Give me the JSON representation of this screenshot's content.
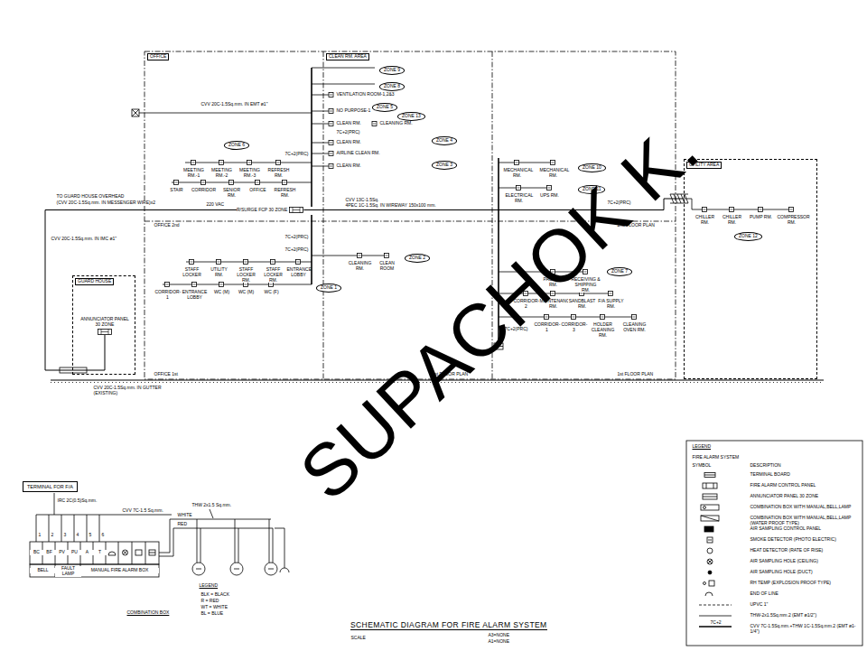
{
  "diagram": {
    "title": "SCHEMATIC DIAGRAM FOR FIRE ALARM SYSTEM",
    "nodes": [
      {
        "text": [
          "ZONE 9"
        ]
      },
      {
        "text": [
          "ZONE 8"
        ]
      },
      {
        "text": [
          "ZONE 5"
        ]
      },
      {
        "text": [
          "ZONE 13"
        ]
      },
      {
        "text": [
          "ZONE 6"
        ]
      },
      {
        "text": [
          "ZONE 4"
        ]
      },
      {
        "text": [
          "ZONE 3"
        ]
      },
      {
        "text": [
          "UTILITY AREA"
        ]
      },
      {
        "text": [
          "ZONE 12"
        ],
        "in": 7
      },
      {
        "text": [
          "ZONE 10"
        ]
      },
      {
        "text": [
          "ZONE 11"
        ]
      },
      {
        "text": [
          "R/SURGE FCP 30 ZONE"
        ]
      },
      {
        "text": [
          "ZONE 2"
        ]
      },
      {
        "text": [
          "ZONE 7"
        ]
      },
      {
        "text": [
          "ZONE 1"
        ]
      },
      {
        "text": [
          "GUARD HOUSE"
        ]
      },
      {
        "text": [
          "ANNUNCIATOR PANEL 30 ZONE"
        ],
        "in": 15
      },
      {
        "text": [
          "TERMINAL FOR F/A"
        ]
      }
    ],
    "edges": [
      {
        "from": 11,
        "to": 16,
        "arrow": "none"
      },
      {
        "from": 11,
        "to": 7,
        "arrow": "none"
      }
    ],
    "labels": [
      "SUPACHOK K.",
      "OFFICE",
      "CLEAN RM. AREA",
      "OFFICE 2nd",
      "2nd FLOOR PLAN",
      "OFFICE 1st",
      "1st FLOOR PLAN",
      "1st FLOOR PLAN",
      "CVV 20C-1.5Sq.mm. IN EMT ø1\"",
      "TO GUARD HOUSE OVERHEAD",
      "(CVV 20C-1.5Sq.mm. IN MESSENGER WIRE)x2",
      "CVV 20C-1.5Sq.mm. IN IMC ø1\"",
      "220 VAC",
      "CVV 13C-1.5Sq.",
      "4PEC 1C-1.5Sq. IN WIREWAY 150x100 mm.",
      "7C+2(PRC)",
      "7C+2(PRC)",
      "7C+2(PRC)",
      "7C+2(PRC)",
      "7C+2(PRC)",
      "7C+2(PRC)",
      "CVV 20C-1.5Sq.mm. IN GUTTER (EXISTING)",
      "MEETING RM.-1",
      "MEETING RM.-2",
      "MEETING RM.-3",
      "REFRESH RM.",
      "STAIR",
      "CORRIDOR",
      "SENIOR RM.",
      "OFFICE",
      "REFRESH RM.",
      "STAFF LOCKER",
      "UTILITY RM.",
      "STAFF LOCKER RM.",
      "STAFF LOCKER RM.",
      "ENTRANCE LOBBY",
      "CORRIDOR-1",
      "ENTRANCE LOBBY",
      "WC (M)",
      "WC (M)",
      "WC (F)",
      "VENTILATION ROOM-1,2&3",
      "NO PURPOSE-1",
      "CLEAN RM.",
      "CLEANING RM.",
      "CLEAN RM.",
      "AIRLINE CLEAN RM.",
      "CLEAN RM.",
      "CLEANING RM.",
      "CLEAN ROOM",
      "MECHANICAL RM.",
      "MECHANICAL RM.",
      "ELECTRICAL RM.",
      "UPS RM.",
      "PACKING RM.",
      "RECEIVING & SHIPPING RM.",
      "CORRIDOR-2",
      "MAINTENANCE RM.",
      "SANDBLAST RM.",
      "F/A SUPPLY RM.",
      "CORRIDOR-1",
      "CORRIDOR-3",
      "HOLDER CLEANING RM.",
      "CLEANING OVEN RM.",
      "CHILLER RM.",
      "CHILLER RM.",
      "PUMP RM.",
      "COMPRESSOR RM.",
      "IRC 2C(0.5)Sq.mm.",
      "CVV 7C-1.5 Sq.mm.",
      "1",
      "2",
      "3",
      "4",
      "5",
      "6",
      "BC",
      "BF",
      "PV",
      "PU",
      "A",
      "T",
      "BELL",
      "FAULT LAMP",
      "MANUAL FIRE ALARM BOX",
      "THW 2x1.5 Sq.mm.",
      "WHITE",
      "RED",
      "COMBINATION BOX",
      "LEGEND",
      "BLK = BLACK",
      "R = RED",
      "WT = WHITE",
      "BL = BLUE",
      "SCALE",
      "A3=NONE",
      "A1=NONE",
      "LEGEND",
      "FIRE ALARM SYSTEM",
      "SYMBOL",
      "DESCRIPTION",
      "7C+2"
    ],
    "legend": [
      {
        "text": "TERMINAL BOARD"
      },
      {
        "text": "FIRE ALARM CONTROL PANEL"
      },
      {
        "text": "ANNUNCIATOR PANEL 30 ZONE"
      },
      {
        "text": "COMBINATION BOX WITH MANUAL,BELL,LAMP"
      },
      {
        "text": "COMBINATION BOX WITH MANUAL,BELL,LAMP (WATER PROOF TYPE)"
      },
      {
        "text": "AIR SAMPLING CONTROL PANEL"
      },
      {
        "text": "SMOKE DETECTOR (PHOTO ELECTRIC)"
      },
      {
        "text": "HEAT DETECTOR (RATE OF RISE)"
      },
      {
        "text": "AIR SAMPLING HOLE (CEILING)"
      },
      {
        "text": "AIR SAMPLING HOLE (DUCT)"
      },
      {
        "text": "RH TEMP (EXPLOSION PROOF TYPE)"
      },
      {
        "text": "END OF LINE"
      },
      {
        "text": "UPVC 1\""
      },
      {
        "text": "THW-2x1.5Sq.mm.2 (EMT ø1/2\")"
      },
      {
        "text": "CVV 7C-1.5Sq.mm.+THW 1C-1.5Sq.mm.2 (EMT ø1-1/4\")"
      }
    ]
  }
}
